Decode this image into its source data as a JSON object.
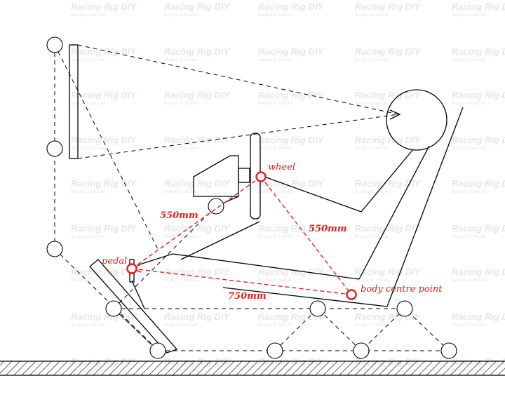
{
  "watermark": {
    "title": "Racing Rig DIY",
    "subtitle": "designs & tutorials"
  },
  "points": {
    "wheel_label": "wheel",
    "pedal_label": "pedal",
    "body_label": "body centre point"
  },
  "dimensions": {
    "pedal_wheel": "550mm",
    "wheel_body": "550mm",
    "pedal_body": "750mm"
  },
  "colors": {
    "annotation": "#e02020",
    "linework": "#000000",
    "watermark": "#e6e6e6"
  }
}
